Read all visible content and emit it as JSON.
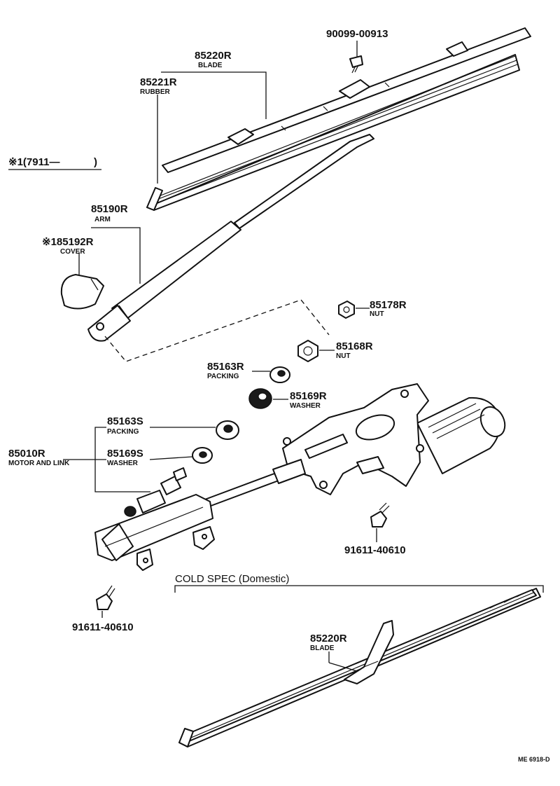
{
  "labels": {
    "bolt_top": "90099-00913",
    "blade_top_pn": "85220R",
    "blade_top_name": "BLADE",
    "rubber_pn": "85221R",
    "rubber_name": "RUBBER",
    "spec_note": "※1(7911—",
    "spec_note_close": ")",
    "arm_pn": "85190R",
    "arm_name": "ARM",
    "cover_pn": "※185192R",
    "cover_name": "COVER",
    "nut1_pn": "85178R",
    "nut1_name": "NUT",
    "nut2_pn": "85168R",
    "nut2_name": "NUT",
    "packing_r_pn": "85163R",
    "packing_r_name": "PACKING",
    "washer_r_pn": "85169R",
    "washer_r_name": "WASHER",
    "packing_s_pn": "85163S",
    "packing_s_name": "PACKING",
    "motor_pn": "85010R",
    "motor_name": "MOTOR AND LINK",
    "washer_s_pn": "85169S",
    "washer_s_name": "WASHER",
    "bolt_right": "91611-40610",
    "bolt_left": "91611-40610",
    "cold_spec": "COLD  SPEC  (Domestic)",
    "blade_bottom_pn": "85220R",
    "blade_bottom_name": "BLADE",
    "drawing_code": "ME  6918-D"
  }
}
